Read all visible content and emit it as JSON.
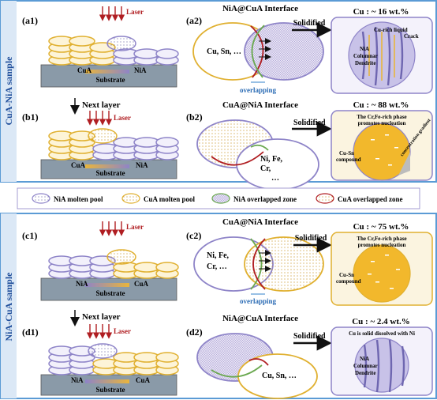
{
  "top": {
    "side_label": "CuA-NiA sample",
    "a1": {
      "tag": "(a1)",
      "laser": "Laser",
      "cua": "CuA",
      "nia": "NiA",
      "substrate": "Substrate"
    },
    "a2": {
      "tag": "(a2)",
      "title": "NiA@CuA Interface",
      "elements": "Cu, Sn, …",
      "overlap": "overlapping",
      "solidified": "Solidified",
      "cu": "Cu : ~ 16 wt.%",
      "liquid": "Cu-rich liquid",
      "crack": "Crack",
      "dendrite_1": "NiA",
      "dendrite_2": "Columnar",
      "dendrite_3": "Dendrite"
    },
    "next_layer": "Next layer",
    "b1": {
      "tag": "(b1)",
      "laser": "Laser",
      "cua": "CuA",
      "nia": "NiA",
      "substrate": "Substrate"
    },
    "b2": {
      "tag": "(b2)",
      "title": "CuA@NiA Interface",
      "el_1": "Ni, Fe,",
      "el_2": "Cr,",
      "el_3": "…",
      "solidified": "Solidified",
      "cu": "Cu : ~ 88 wt.%",
      "note_1": "The Cr,Fe-rich phase",
      "note_2": "promotes nucleation",
      "gradient": "concentration gradient",
      "compound_1": "Cu-Sn",
      "compound_2": "compound"
    }
  },
  "legend": [
    {
      "label": "NiA molten pool",
      "color": "#8e84c8"
    },
    {
      "label": "CuA molten pool",
      "color": "#e9b53c"
    },
    {
      "label": "NiA overlapped zone",
      "color": "#6aa84f"
    },
    {
      "label": "CuA overlapped zone",
      "color": "#b01e22"
    }
  ],
  "bottom": {
    "side_label": "NiA-CuA sample",
    "c1": {
      "tag": "(c1)",
      "laser": "Laser",
      "nia": "NiA",
      "cua": "CuA",
      "substrate": "Substrate"
    },
    "c2": {
      "tag": "(c2)",
      "title": "CuA@NiA Interface",
      "el_1": "Ni, Fe,",
      "el_2": "Cr, …",
      "overlap": "overlapping",
      "solidified": "Solidified",
      "cu": "Cu : ~ 75 wt.%",
      "note_1": "The Cr,Fe-rich phase",
      "note_2": "promotes nucleation",
      "compound_1": "Cu-Sn",
      "compound_2": "compound"
    },
    "next_layer": "Next layer",
    "d1": {
      "tag": "(d1)",
      "laser": "Laser",
      "nia": "NiA",
      "cua": "CuA",
      "substrate": "Substrate"
    },
    "d2": {
      "tag": "(d2)",
      "title": "NiA@CuA Interface",
      "elements": "Cu, Sn, …",
      "solidified": "Solidified",
      "cu": "Cu : ~ 2.4 wt.%",
      "note": "Cu is solid dissolved with Ni",
      "dendrite_1": "NiA",
      "dendrite_2": "Columnar",
      "dendrite_3": "Dendrite"
    }
  },
  "colors": {
    "nia": "#8e84c8",
    "cua": "#e9b53c",
    "green": "#6aa84f",
    "red": "#b01e22",
    "panel_border": "#5b9bd5",
    "side_bg": "#5b9bd5"
  }
}
